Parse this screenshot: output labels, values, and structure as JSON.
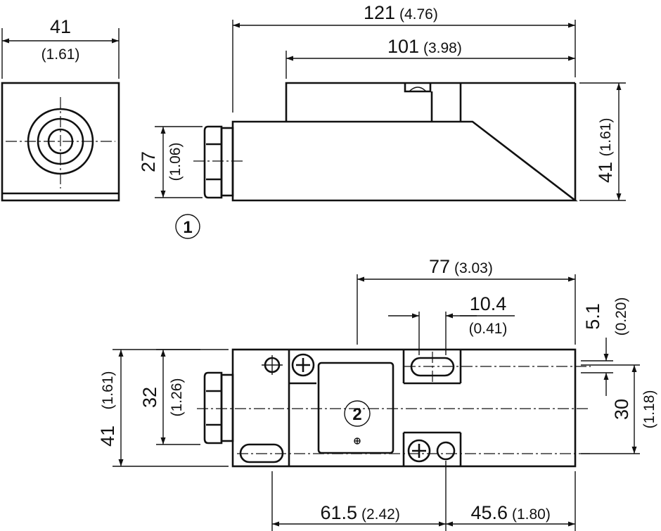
{
  "dimensions": {
    "front_width": {
      "value": "41",
      "inch": "(1.61)"
    },
    "overall_length": {
      "value": "121",
      "inch": "(4.76)"
    },
    "head_length": {
      "value": "101",
      "inch": "(3.98)"
    },
    "nut_height": {
      "value": "27",
      "inch": "(1.06)"
    },
    "side_height": {
      "value": "41",
      "inch": "(1.61)"
    },
    "hole_span": {
      "value": "77",
      "inch": "(3.03)"
    },
    "slot_width": {
      "value": "10.4",
      "inch": "(0.41)"
    },
    "slot_offset": {
      "value": "5.1",
      "inch": "(0.20)"
    },
    "top_height": {
      "value": "41",
      "inch": "(1.61)"
    },
    "top_inner_height": {
      "value": "32",
      "inch": "(1.26)"
    },
    "hole_pitch": {
      "value": "30",
      "inch": "(1.18)"
    },
    "dist_left": {
      "value": "61.5",
      "inch": "(2.42)"
    },
    "dist_right": {
      "value": "45.6",
      "inch": "(1.80)"
    }
  },
  "callouts": {
    "one": "1",
    "two": "2"
  }
}
